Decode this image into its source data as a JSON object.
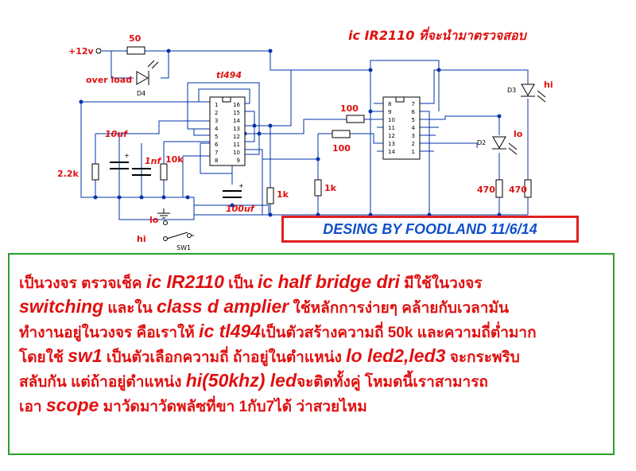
{
  "title": "ic IR2110 ที่จะนำมาตรวจสอบ",
  "credit": "DESING BY FOODLAND 11/6/14",
  "colors": {
    "wire": "#0033aa",
    "label": "#e01010",
    "credit_text": "#1050c8",
    "credit_border": "#e02020",
    "desc_border": "#2aa02a"
  },
  "labels": {
    "supply": "+12v",
    "r_top": "50",
    "overload": "over load",
    "d4": "D4",
    "tl494": "tl494",
    "c10uf": "10uf",
    "c1nf": "1nf",
    "r10k": "10k",
    "r22k": "2.2k",
    "c100uf": "100uf",
    "r1k_a": "1k",
    "r1k_b": "1k",
    "r100_a": "100",
    "r100_b": "100",
    "lo_sw": "lo",
    "hi_sw": "hi",
    "sw1": "SW1",
    "d3": "D3",
    "hi_led": "hi",
    "d2": "D2",
    "lo_led": "lo",
    "r470_a": "470",
    "r470_b": "470"
  },
  "tl494_pins_left": [
    "1",
    "2",
    "3",
    "4",
    "5",
    "6",
    "7",
    "8"
  ],
  "tl494_pins_right": [
    "16",
    "15",
    "14",
    "13",
    "12",
    "11",
    "10",
    "9"
  ],
  "ir2110_pins_left": [
    "8",
    "9",
    "10",
    "11",
    "12",
    "13",
    "14"
  ],
  "ir2110_pins_right": [
    "7",
    "6",
    "5",
    "4",
    "3",
    "2",
    "1"
  ],
  "description": {
    "l1": [
      {
        "t": "เป็นวงจร ตรวจเช็ค ",
        "big": false
      },
      {
        "t": "ic IR2110",
        "big": true
      },
      {
        "t": " เป็น ",
        "big": false
      },
      {
        "t": "ic half bridge dri",
        "big": true
      },
      {
        "t": "  มีใช้ในวงจร",
        "big": false
      }
    ],
    "l2": [
      {
        "t": "switching",
        "big": true
      },
      {
        "t": " และใน ",
        "big": false
      },
      {
        "t": "class d amplier",
        "big": true
      },
      {
        "t": " ใช้หลักการง่ายๆ คล้ายกับเวลามัน",
        "big": false
      }
    ],
    "l3": [
      {
        "t": "ทำงานอยู่ในวงจร คือเราให้ ",
        "big": false
      },
      {
        "t": "ic tl494",
        "big": true
      },
      {
        "t": "เป็นตัวสร้างความถี่ 50k และความถี่ต่ำมาก",
        "big": false
      }
    ],
    "l4": [
      {
        "t": "โดยใช้ ",
        "big": false
      },
      {
        "t": "sw1",
        "big": true
      },
      {
        "t": " เป็นตัวเลือกความถี่ ถ้าอยู่ในตำแหน่ง ",
        "big": false
      },
      {
        "t": "lo led2,led3",
        "big": true
      },
      {
        "t": " จะกระพริบ",
        "big": false
      }
    ],
    "l5": [
      {
        "t": "สลับกัน แต่ถ้าอยู่ตำแหน่ง ",
        "big": false
      },
      {
        "t": "hi(50khz) led",
        "big": true
      },
      {
        "t": "จะติดทั้งคู่ โหมดนี้เราสามารถ",
        "big": false
      }
    ],
    "l6": [
      {
        "t": "เอา          ",
        "big": false
      },
      {
        "t": "scope",
        "big": true
      },
      {
        "t": " มาวัดมาวัดพลัซที่ขา 1กับ7ได้  ว่าสวยไหม",
        "big": false
      }
    ]
  }
}
